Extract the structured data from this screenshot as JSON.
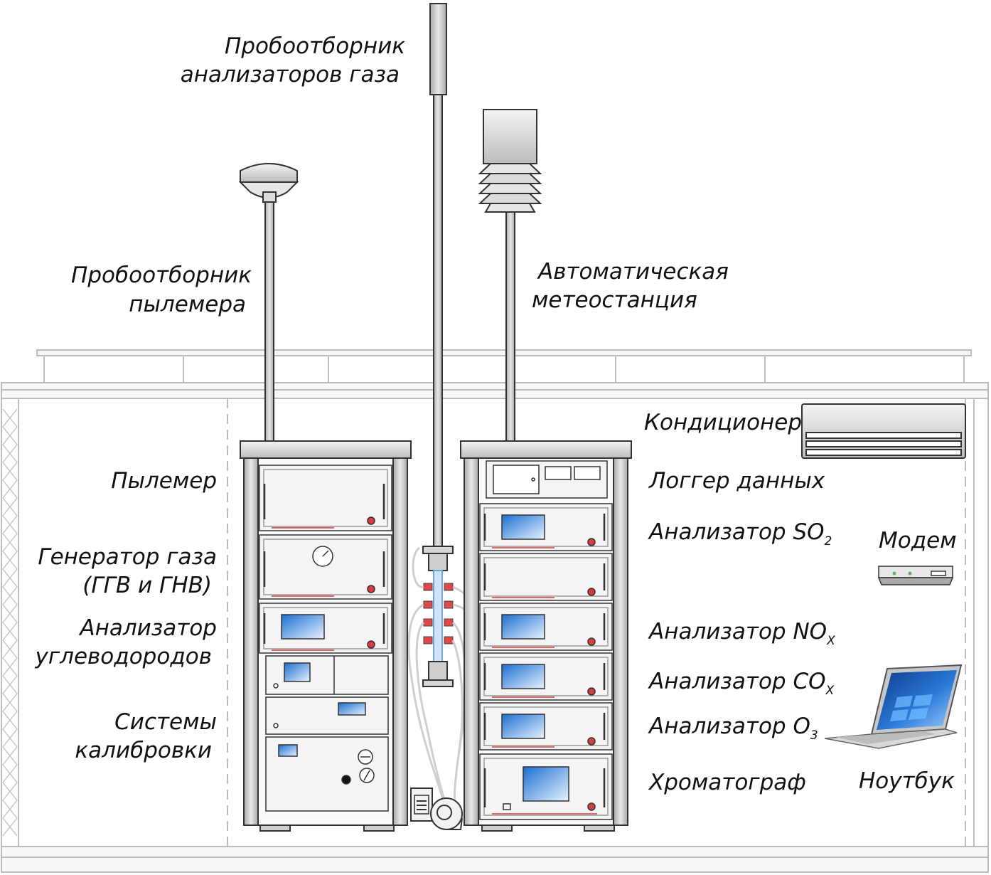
{
  "labels": {
    "gas_sampler": [
      "Пробоотборник",
      "анализаторов газа"
    ],
    "dust_sampler": [
      "Пробоотборник",
      "пылемера"
    ],
    "weather_station": [
      "Автоматическая",
      "метеостанция"
    ],
    "air_conditioner": "Кондиционер",
    "dust_meter": "Пылемер",
    "gas_generator": [
      "Генератор газа",
      "(ГГВ и ГНВ)"
    ],
    "hydrocarbon_analyzer": [
      "Анализатор",
      "углеводородов"
    ],
    "calibration_systems": [
      "Системы",
      "калибровки"
    ],
    "data_logger": "Логгер данных",
    "analyzer_so2": {
      "main": "Анализатор SO",
      "sub": "2"
    },
    "analyzer_nox": {
      "main": "Анализатор NO",
      "sub": "X"
    },
    "analyzer_cox": {
      "main": "Анализатор CO",
      "sub": "X"
    },
    "analyzer_o3": {
      "main": "Анализатор O",
      "sub": "3"
    },
    "chromatograph": "Хроматограф",
    "modem": "Модем",
    "laptop": "Ноутбук"
  },
  "colors": {
    "screen": "#3f8fd8",
    "accent_red": "#d93a3a",
    "steel": "#c8c8c8",
    "frame_line": "#bdbdbd",
    "fitting_red": "#e04848",
    "fitting_blue": "#5aa0e8"
  }
}
